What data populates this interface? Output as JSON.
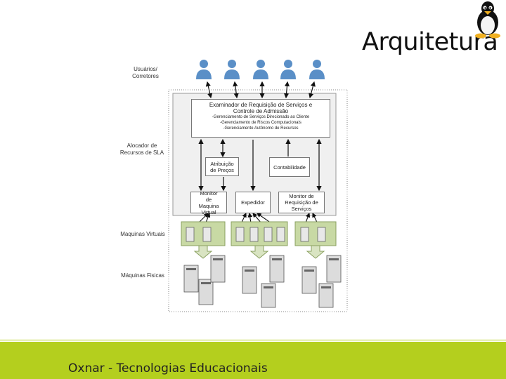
{
  "slide": {
    "title": "Arquitetura",
    "footer": "Oxnar - Tecnologias Educacionais"
  },
  "diagram": {
    "left_labels": {
      "users": "Usuários/ Corretores",
      "allocator": "Alocador de Recursos de SLA",
      "virtual_machines": "Maquinas Virtuais",
      "physical_machines": "Máquinas Fisicas"
    },
    "examiner": {
      "title": "Examinador de Requisição de Serviços e Controle de Admissão",
      "line1": "-Gerenciamento de Serviços Direcionado ao Cliente",
      "line2": "-Gerenciamento de Riscos Computacionais",
      "line3": "-Gerenciamento Autônomo de Recursos"
    },
    "pricing": "Atribuição de Preços",
    "accounting": "Contabilidade",
    "vm_monitor": "Monitor de Maquina Virtual",
    "dispatcher": "Expedidor",
    "service_monitor": "Monitor de Requisição de Serviços"
  },
  "colors": {
    "footer": "#b4cf1e",
    "user_icon": "#5a8fc7",
    "vm_block": "#c8d9a4"
  }
}
